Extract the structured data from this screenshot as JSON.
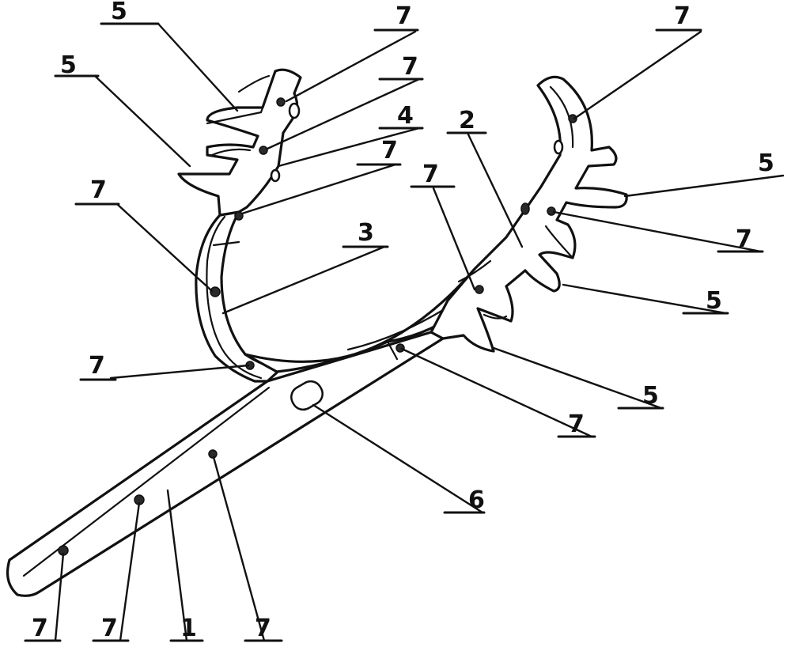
{
  "labels": {
    "l5a": "5",
    "l7a": "7",
    "l5b": "5",
    "l7b": "7",
    "l4": "4",
    "l7c": "7",
    "l7d": "7",
    "l3": "3",
    "l2": "2",
    "l7e": "7",
    "l7f": "7",
    "l5c": "5",
    "l7g": "7",
    "l5d": "5",
    "l5e": "5",
    "l7h": "7",
    "l7i": "7",
    "l6": "6",
    "l7j": "7",
    "l7k": "7",
    "l1": "1",
    "l7l": "7"
  }
}
